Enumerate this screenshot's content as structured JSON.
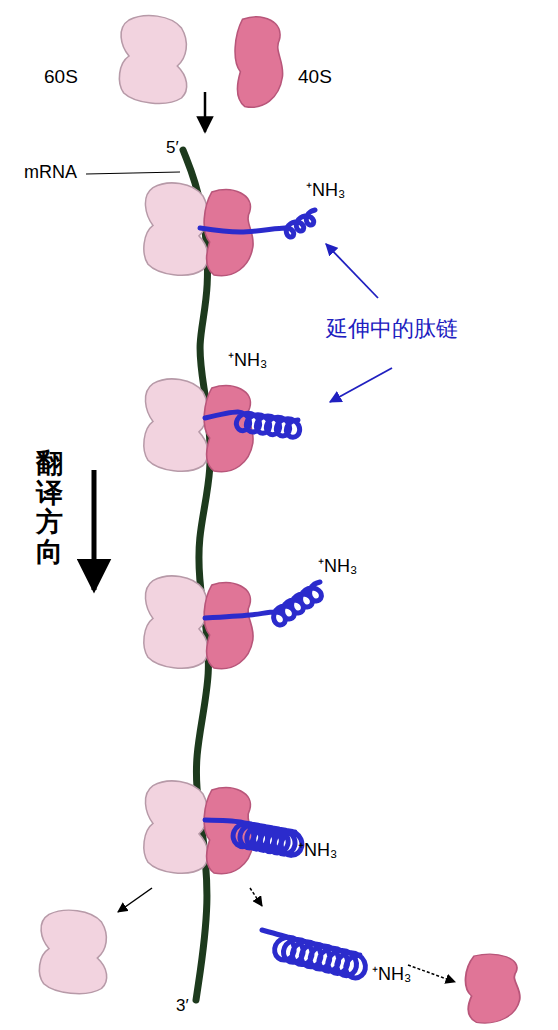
{
  "diagram": {
    "labels": [
      "60S",
      "40S",
      "5′",
      "mRNA",
      "⁺NH₃",
      "延伸中的肽链",
      "⁺NH₃",
      "翻译方向",
      "⁺NH₃",
      "⁺NH₃",
      "3′",
      "⁺NH₃"
    ]
  }
}
